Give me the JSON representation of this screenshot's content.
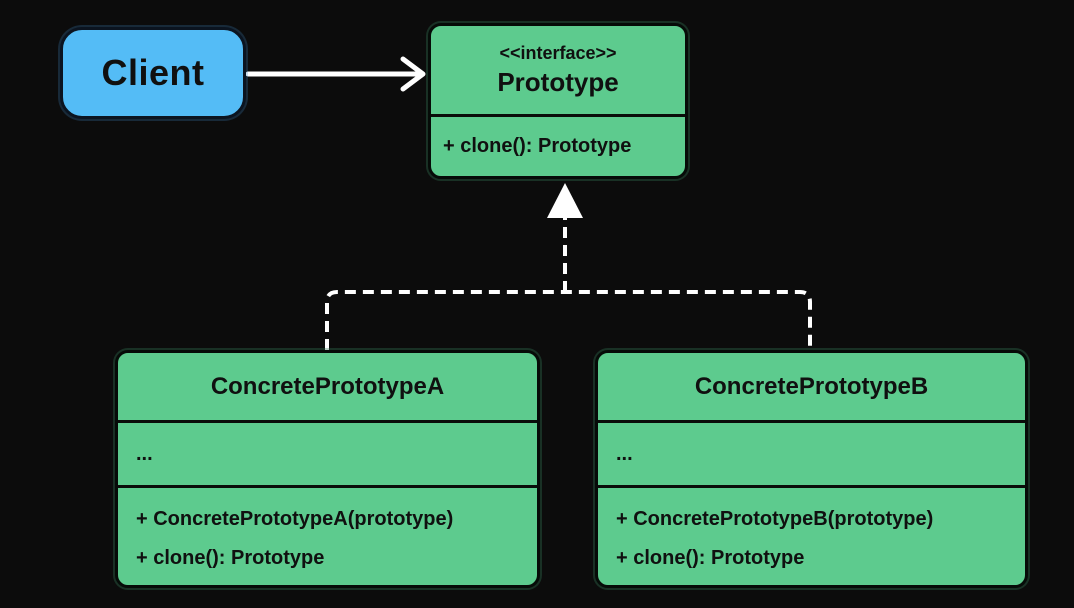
{
  "colors": {
    "background": "#0c0c0c",
    "node_green": "#5dcb8e",
    "node_blue": "#54bcf6",
    "line_white": "#ffffff",
    "text_dark": "#101010"
  },
  "client": {
    "label": "Client"
  },
  "interface": {
    "stereotype": "<<interface>>",
    "name": "Prototype",
    "methods": [
      "+ clone(): Prototype"
    ]
  },
  "concrete_a": {
    "name": "ConcretePrototypeA",
    "attributes": [
      "..."
    ],
    "methods": [
      "+ ConcretePrototypeA(prototype)",
      "+ clone(): Prototype"
    ]
  },
  "concrete_b": {
    "name": "ConcretePrototypeB",
    "attributes": [
      "..."
    ],
    "methods": [
      "+ ConcretePrototypeB(prototype)",
      "+ clone(): Prototype"
    ]
  }
}
